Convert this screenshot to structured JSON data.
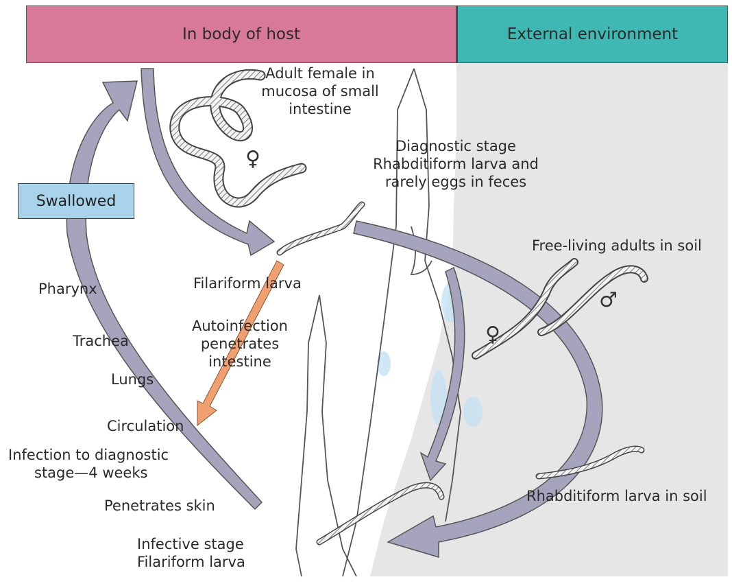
{
  "header": {
    "host_label": "In body of host",
    "external_label": "External environment"
  },
  "labels": {
    "adult_female": [
      "Adult female in",
      "mucosa of small",
      "intestine"
    ],
    "diagnostic": [
      "Diagnostic stage",
      "Rhabditiform larva and",
      "rarely eggs in feces"
    ],
    "swallowed": "Swallowed",
    "free_living": "Free-living adults in soil",
    "filariform_intestine": "Filariform larva",
    "pharynx": "Pharynx",
    "trachea": "Trachea",
    "lungs": "Lungs",
    "autoinfection": [
      "Autoinfection",
      "penetrates",
      "intestine"
    ],
    "circulation": "Circulation",
    "infection_time": [
      "Infection to diagnostic",
      "stage—4 weeks"
    ],
    "penetrates_skin": "Penetrates skin",
    "rhabditiform_soil": "Rhabditiform larva in soil",
    "infective": [
      "Infective stage",
      "Filariform larva"
    ]
  },
  "symbols": {
    "female": "♀",
    "male": "♂"
  },
  "colors": {
    "host_band": "#d9799a",
    "external_band": "#3fb8b4",
    "external_bg": "#e6e6e6",
    "swallowed_box": "#a9d3ea",
    "arrow_fill": "#a6a3bd",
    "autoinfection_arrow": "#f0a070",
    "water_patch": "#c6e2f4"
  },
  "icons": [
    "large-curved-arrow",
    "worm-shape",
    "leg-outline",
    "female-symbol",
    "male-symbol"
  ]
}
